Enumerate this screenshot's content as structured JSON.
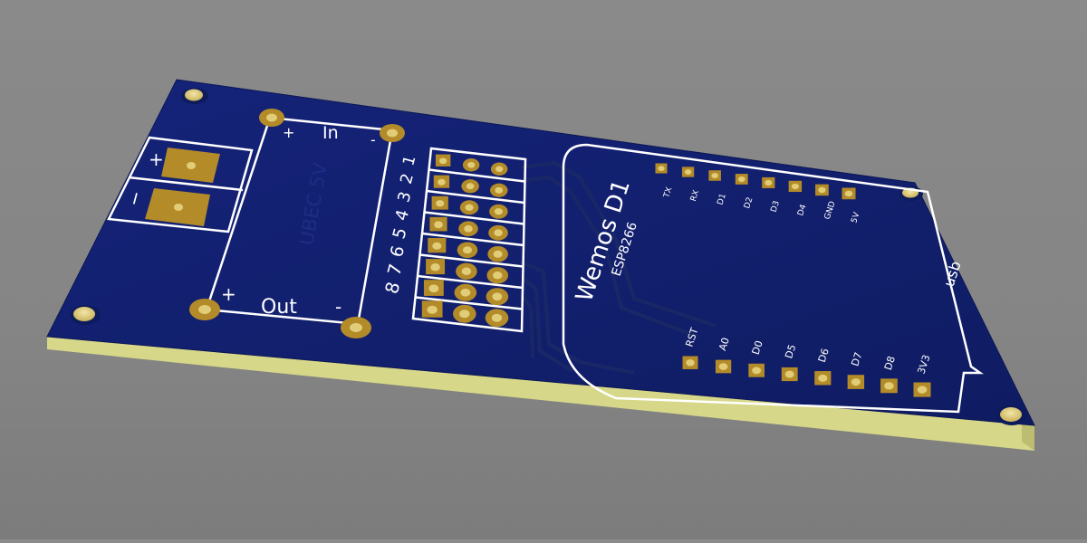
{
  "board": {
    "colors": {
      "background": "#858585",
      "soldermask": "#12206b",
      "edge": "#dcdc8c",
      "silkscreen": "#ffffff",
      "copper": "#b38b28",
      "pad_hole": "#e1cd78"
    },
    "power_terminal": {
      "plus": "+",
      "minus": "−"
    },
    "ubec": {
      "title": "UBEC 5V",
      "in_label": "In",
      "out_label": "Out",
      "plus": "+",
      "minus": "-"
    },
    "header_numbers": [
      "1",
      "2",
      "3",
      "4",
      "5",
      "6",
      "7",
      "8"
    ],
    "module": {
      "name": "Wemos D1",
      "chip": "ESP8266",
      "usb_label": "usb",
      "top_pins": [
        "TX",
        "RX",
        "D1",
        "D2",
        "D3",
        "D4",
        "GND",
        "5V"
      ],
      "bottom_pins": [
        "RST",
        "A0",
        "D0",
        "D5",
        "D6",
        "D7",
        "D8",
        "3V3"
      ]
    }
  }
}
